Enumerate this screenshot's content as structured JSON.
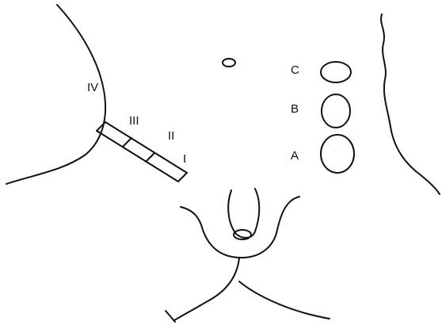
{
  "labels": {
    "zone_iv": "IV",
    "zone_iii": "III",
    "zone_ii": "II",
    "zone_i": "I",
    "port_c": "C",
    "port_b": "B",
    "port_a": "A"
  },
  "colors": {
    "line": "#111111",
    "background": "#ffffff"
  }
}
